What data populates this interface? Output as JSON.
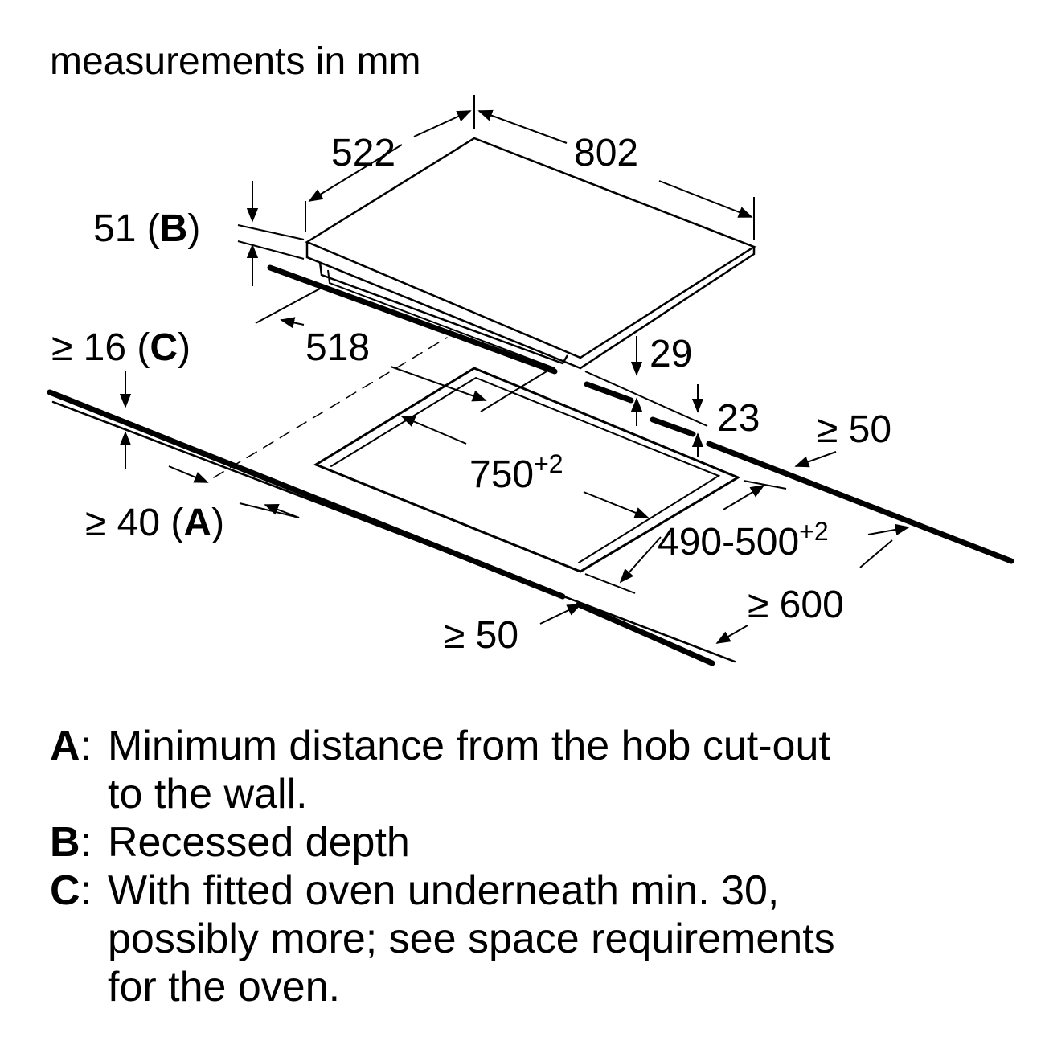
{
  "title": "measurements in mm",
  "dimensions": {
    "width": "802",
    "depth": "522",
    "height_b_value": "51",
    "height_b_key": "B",
    "frame_depth": "518",
    "frame_height": "29",
    "counter_edge": "23",
    "cutout_width": "750",
    "cutout_width_tol": "+2",
    "cutout_depth": "490-500",
    "cutout_depth_tol": "+2",
    "min_back": "≥ 50",
    "min_front": "≥ 50",
    "min_counter_depth": "≥ 600",
    "min_thickness_c_value": "≥ 16",
    "min_thickness_c_key": "C",
    "min_wall_a_value": "≥ 40",
    "min_wall_a_key": "A"
  },
  "legend": [
    {
      "key": "A",
      "text": "Minimum distance from the hob cut-out",
      "text2": "to the wall."
    },
    {
      "key": "B",
      "text": "Recessed depth",
      "text2": ""
    },
    {
      "key": "C",
      "text": "With fitted oven underneath min. 30,",
      "text2": "possibly more; see space requirements",
      "text3": "for the oven."
    }
  ]
}
